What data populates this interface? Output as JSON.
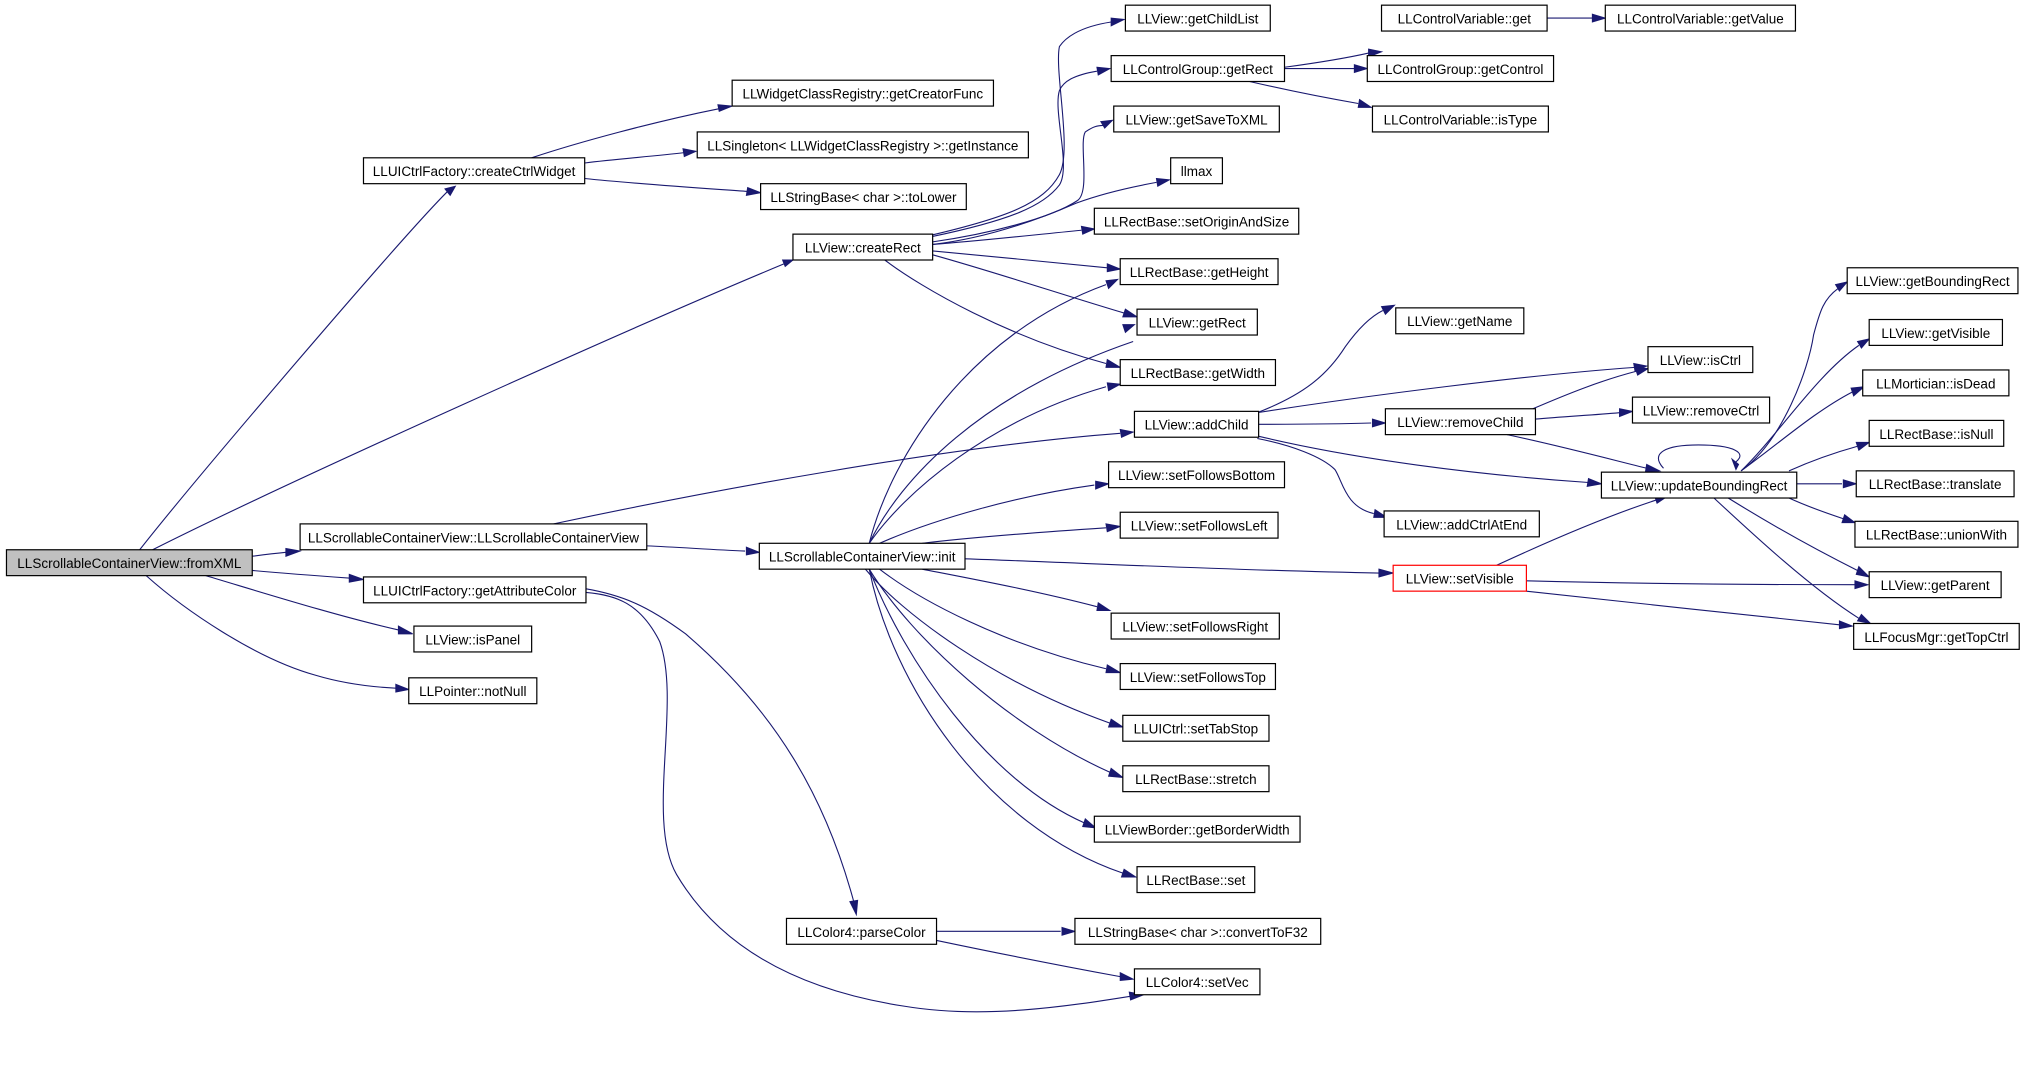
{
  "diagram": {
    "type": "call-graph",
    "nodes": [
      {
        "id": "fromXML",
        "label": "LLScrollableContainerView::fromXML",
        "style": "root"
      },
      {
        "id": "createCtrlWidget",
        "label": "LLUICtrlFactory::createCtrlWidget"
      },
      {
        "id": "getCreatorFunc",
        "label": "LLWidgetClassRegistry::getCreatorFunc"
      },
      {
        "id": "getInstance",
        "label": "LLSingleton< LLWidgetClassRegistry >::getInstance"
      },
      {
        "id": "toLower",
        "label": "LLStringBase< char >::toLower"
      },
      {
        "id": "createRect",
        "label": "LLView::createRect"
      },
      {
        "id": "getChildList",
        "label": "LLView::getChildList"
      },
      {
        "id": "cgGetRect",
        "label": "LLControlGroup::getRect"
      },
      {
        "id": "cvGet",
        "label": "LLControlVariable::get"
      },
      {
        "id": "cvGetValue",
        "label": "LLControlVariable::getValue"
      },
      {
        "id": "cgGetControl",
        "label": "LLControlGroup::getControl"
      },
      {
        "id": "cvIsType",
        "label": "LLControlVariable::isType"
      },
      {
        "id": "getSaveToXML",
        "label": "LLView::getSaveToXML"
      },
      {
        "id": "llmax",
        "label": "llmax"
      },
      {
        "id": "setOriginAndSize",
        "label": "LLRectBase::setOriginAndSize"
      },
      {
        "id": "getHeight",
        "label": "LLRectBase::getHeight"
      },
      {
        "id": "viewGetRect",
        "label": "LLView::getRect"
      },
      {
        "id": "getWidth",
        "label": "LLRectBase::getWidth"
      },
      {
        "id": "getName",
        "label": "LLView::getName"
      },
      {
        "id": "isCtrl",
        "label": "LLView::isCtrl"
      },
      {
        "id": "addChild",
        "label": "LLView::addChild"
      },
      {
        "id": "removeChild",
        "label": "LLView::removeChild"
      },
      {
        "id": "removeCtrl",
        "label": "LLView::removeCtrl"
      },
      {
        "id": "addCtrlAtEnd",
        "label": "LLView::addCtrlAtEnd"
      },
      {
        "id": "updateBoundingRect",
        "label": "LLView::updateBoundingRect"
      },
      {
        "id": "getBoundingRect",
        "label": "LLView::getBoundingRect"
      },
      {
        "id": "getVisible",
        "label": "LLView::getVisible"
      },
      {
        "id": "isDead",
        "label": "LLMortician::isDead"
      },
      {
        "id": "isNull",
        "label": "LLRectBase::isNull"
      },
      {
        "id": "translate",
        "label": "LLRectBase::translate"
      },
      {
        "id": "unionWith",
        "label": "LLRectBase::unionWith"
      },
      {
        "id": "getParent",
        "label": "LLView::getParent"
      },
      {
        "id": "getTopCtrl",
        "label": "LLFocusMgr::getTopCtrl"
      },
      {
        "id": "ctor",
        "label": "LLScrollableContainerView::LLScrollableContainerView"
      },
      {
        "id": "init",
        "label": "LLScrollableContainerView::init"
      },
      {
        "id": "setVisible",
        "label": "LLView::setVisible",
        "style": "highlight"
      },
      {
        "id": "getAttributeColor",
        "label": "LLUICtrlFactory::getAttributeColor"
      },
      {
        "id": "isPanel",
        "label": "LLView::isPanel"
      },
      {
        "id": "notNull",
        "label": "LLPointer::notNull"
      },
      {
        "id": "setFollowsBottom",
        "label": "LLView::setFollowsBottom"
      },
      {
        "id": "setFollowsLeft",
        "label": "LLView::setFollowsLeft"
      },
      {
        "id": "setFollowsRight",
        "label": "LLView::setFollowsRight"
      },
      {
        "id": "setFollowsTop",
        "label": "LLView::setFollowsTop"
      },
      {
        "id": "setTabStop",
        "label": "LLUICtrl::setTabStop"
      },
      {
        "id": "stretch",
        "label": "LLRectBase::stretch"
      },
      {
        "id": "getBorderWidth",
        "label": "LLViewBorder::getBorderWidth"
      },
      {
        "id": "rectSet",
        "label": "LLRectBase::set"
      },
      {
        "id": "parseColor",
        "label": "LLColor4::parseColor"
      },
      {
        "id": "convertToF32",
        "label": "LLStringBase< char >::convertToF32"
      },
      {
        "id": "setVec",
        "label": "LLColor4::setVec"
      }
    ],
    "edges": [
      {
        "from": "fromXML",
        "to": "createCtrlWidget"
      },
      {
        "from": "fromXML",
        "to": "createRect"
      },
      {
        "from": "fromXML",
        "to": "ctor"
      },
      {
        "from": "fromXML",
        "to": "getAttributeColor"
      },
      {
        "from": "fromXML",
        "to": "isPanel"
      },
      {
        "from": "fromXML",
        "to": "notNull"
      },
      {
        "from": "createCtrlWidget",
        "to": "getCreatorFunc"
      },
      {
        "from": "createCtrlWidget",
        "to": "getInstance"
      },
      {
        "from": "createCtrlWidget",
        "to": "toLower"
      },
      {
        "from": "createRect",
        "to": "getChildList"
      },
      {
        "from": "createRect",
        "to": "cgGetRect"
      },
      {
        "from": "createRect",
        "to": "getSaveToXML"
      },
      {
        "from": "createRect",
        "to": "llmax"
      },
      {
        "from": "createRect",
        "to": "setOriginAndSize"
      },
      {
        "from": "createRect",
        "to": "getHeight"
      },
      {
        "from": "createRect",
        "to": "viewGetRect"
      },
      {
        "from": "createRect",
        "to": "getWidth"
      },
      {
        "from": "cgGetRect",
        "to": "cvGet"
      },
      {
        "from": "cgGetRect",
        "to": "cgGetControl"
      },
      {
        "from": "cgGetRect",
        "to": "cvIsType"
      },
      {
        "from": "cvGet",
        "to": "cvGetValue"
      },
      {
        "from": "ctor",
        "to": "addChild"
      },
      {
        "from": "ctor",
        "to": "init"
      },
      {
        "from": "init",
        "to": "getHeight"
      },
      {
        "from": "init",
        "to": "viewGetRect"
      },
      {
        "from": "init",
        "to": "getWidth"
      },
      {
        "from": "init",
        "to": "setFollowsBottom"
      },
      {
        "from": "init",
        "to": "setFollowsLeft"
      },
      {
        "from": "init",
        "to": "setVisible"
      },
      {
        "from": "init",
        "to": "setFollowsRight"
      },
      {
        "from": "init",
        "to": "setFollowsTop"
      },
      {
        "from": "init",
        "to": "setTabStop"
      },
      {
        "from": "init",
        "to": "stretch"
      },
      {
        "from": "init",
        "to": "getBorderWidth"
      },
      {
        "from": "init",
        "to": "rectSet"
      },
      {
        "from": "addChild",
        "to": "getName"
      },
      {
        "from": "addChild",
        "to": "isCtrl"
      },
      {
        "from": "addChild",
        "to": "removeChild"
      },
      {
        "from": "addChild",
        "to": "addCtrlAtEnd"
      },
      {
        "from": "addChild",
        "to": "updateBoundingRect"
      },
      {
        "from": "removeChild",
        "to": "isCtrl"
      },
      {
        "from": "removeChild",
        "to": "removeCtrl"
      },
      {
        "from": "removeChild",
        "to": "updateBoundingRect"
      },
      {
        "from": "setVisible",
        "to": "updateBoundingRect"
      },
      {
        "from": "setVisible",
        "to": "getParent"
      },
      {
        "from": "setVisible",
        "to": "getTopCtrl"
      },
      {
        "from": "updateBoundingRect",
        "to": "updateBoundingRect"
      },
      {
        "from": "updateBoundingRect",
        "to": "getBoundingRect"
      },
      {
        "from": "updateBoundingRect",
        "to": "getVisible"
      },
      {
        "from": "updateBoundingRect",
        "to": "isDead"
      },
      {
        "from": "updateBoundingRect",
        "to": "isNull"
      },
      {
        "from": "updateBoundingRect",
        "to": "translate"
      },
      {
        "from": "updateBoundingRect",
        "to": "unionWith"
      },
      {
        "from": "updateBoundingRect",
        "to": "getParent"
      },
      {
        "from": "updateBoundingRect",
        "to": "getTopCtrl"
      },
      {
        "from": "getAttributeColor",
        "to": "parseColor"
      },
      {
        "from": "getAttributeColor",
        "to": "setVec"
      },
      {
        "from": "parseColor",
        "to": "convertToF32"
      },
      {
        "from": "parseColor",
        "to": "setVec"
      }
    ]
  },
  "colors": {
    "edge": "#191970",
    "node_border": "#000000",
    "root_fill": "#c0c0c0",
    "highlight_border": "#ff0000"
  }
}
